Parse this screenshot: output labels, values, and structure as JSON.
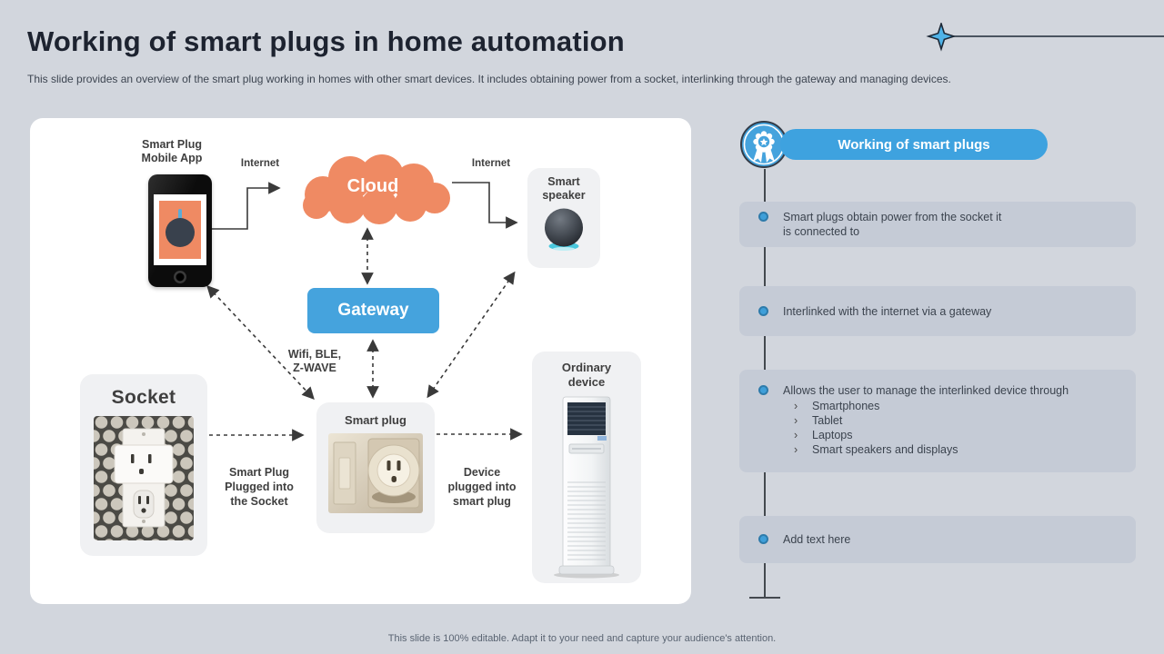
{
  "slide": {
    "title": "Working of smart plugs in home automation",
    "subtitle": "This slide provides an overview of the smart plug working in homes with other smart devices. It includes obtaining power from a socket, interlinking through the gateway and managing devices.",
    "footer": "This slide is 100% editable. Adapt it to your need and capture your audience's attention."
  },
  "diagram": {
    "mobile_app_label": "Smart Plug\nMobile App",
    "internet_left": "Internet",
    "cloud": "Cloud",
    "internet_right": "Internet",
    "smart_speaker": "Smart\nspeaker",
    "gateway": "Gateway",
    "wifi": "Wifi, BLE,\nZ-WAVE",
    "socket": "Socket",
    "smart_plug": "Smart plug",
    "ordinary_device": "Ordinary\ndevice",
    "socket_to_plug": "Smart Plug\nPlugged into\nthe Socket",
    "plug_to_device": "Device\nplugged into\nsmart plug"
  },
  "panel": {
    "header": "Working of smart plugs",
    "items": [
      {
        "text": "Smart plugs obtain power from the socket it\nis connected to",
        "sub": []
      },
      {
        "text": "Interlinked with the internet via a gateway",
        "sub": []
      },
      {
        "text": "Allows the user to manage the interlinked device through",
        "sub": [
          "Smartphones",
          "Tablet",
          "Laptops",
          "Smart speakers and displays"
        ]
      },
      {
        "text": "Add text here",
        "sub": []
      }
    ]
  },
  "colors": {
    "slide_bg": "#d2d6dd",
    "cloud_orange": "#ef8a63",
    "accent_blue": "#45a3dd",
    "pill_blue": "#3ea2df",
    "item_box_grey": "#c5cbd6",
    "bullet_blue": "#3f9fd9",
    "text_dark": "#3a3f47"
  }
}
